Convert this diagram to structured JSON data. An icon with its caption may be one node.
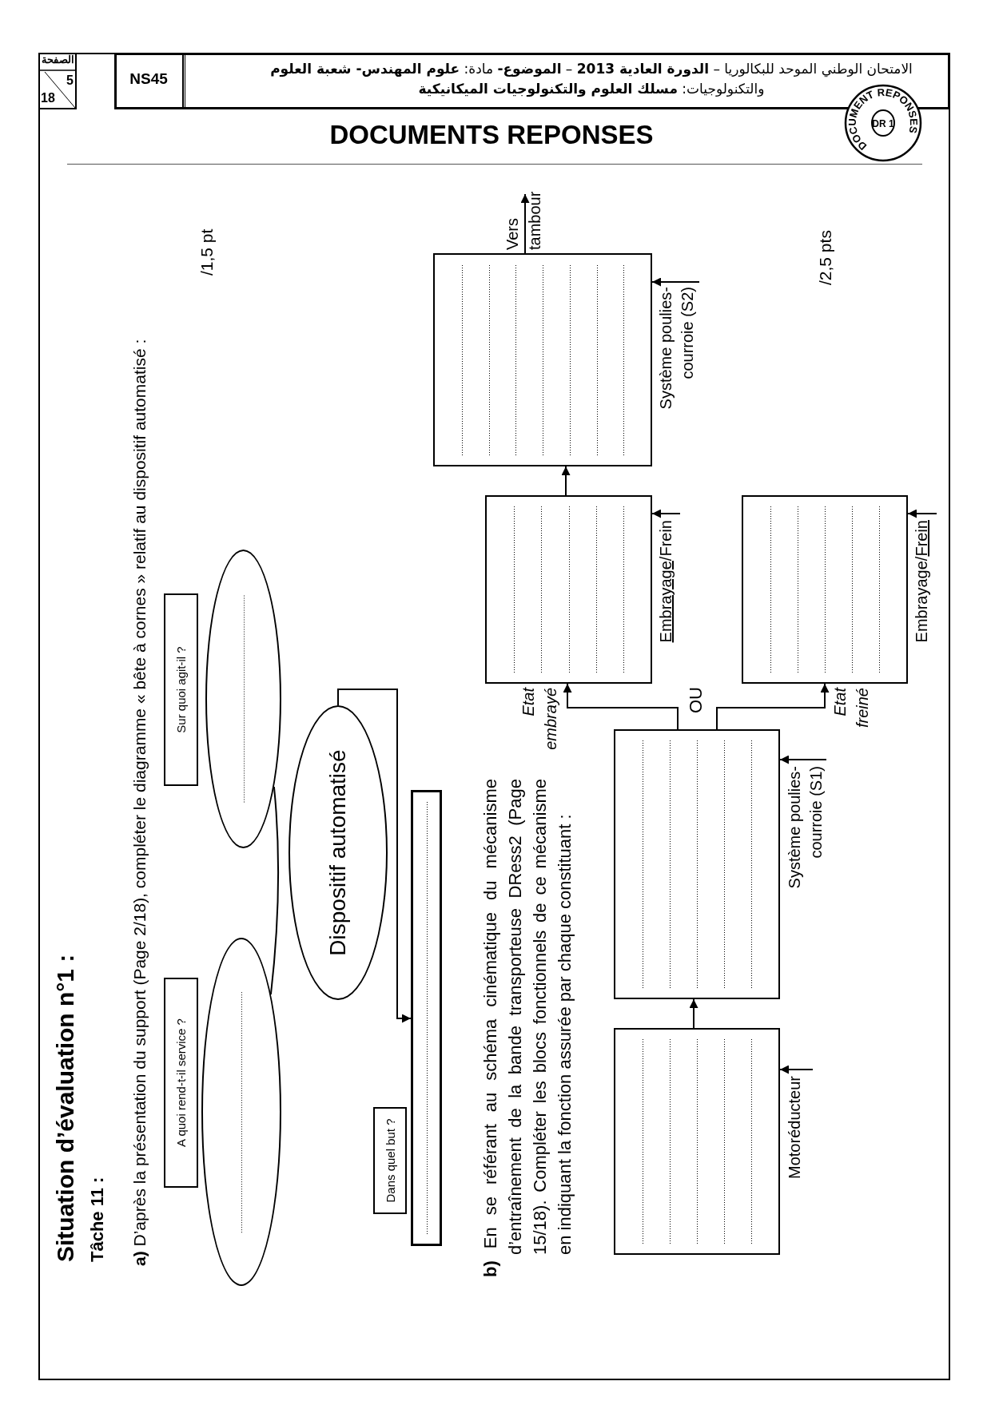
{
  "diagram": {
    "title": "DOCUMENTS REPONSES",
    "nodes": [
      {
        "text": [
          "A quoi rend-t-il service ?"
        ]
      },
      {
        "text": [
          "Sur quoi agit-il ?"
        ]
      },
      {
        "text": [],
        "shape": "ellipse"
      },
      {
        "text": [],
        "shape": "ellipse"
      },
      {
        "text": [
          "Dispositif automatisé"
        ]
      },
      {
        "text": [
          "Dans quel but ?"
        ]
      },
      {
        "text": [],
        "shape": "box"
      },
      {
        "text": [],
        "shape": "box",
        "beside": [
          "Motoréducteur"
        ]
      },
      {
        "text": [],
        "shape": "box",
        "beside": [
          "Système poulies- courroie (S1)"
        ]
      },
      {
        "text": [],
        "shape": "box",
        "beside": [
          "Embrayage/Frein"
        ]
      },
      {
        "text": [],
        "shape": "box",
        "beside": [
          "Embrayage/Frein"
        ]
      },
      {
        "text": [],
        "shape": "box",
        "beside": [
          "Système poulies- courroie (S2)"
        ]
      }
    ],
    "edges": [
      {
        "from": 2,
        "to": 3,
        "arrow": "none"
      },
      {
        "from": 4,
        "to": 6,
        "arrow": "to"
      },
      {
        "from": 7,
        "to": 8,
        "arrow": "to"
      },
      {
        "from": 8,
        "to": 9,
        "arrow": "to",
        "label": "Etat embrayé"
      },
      {
        "from": 8,
        "to": 10,
        "arrow": "to",
        "label": "Etat freiné"
      },
      {
        "from": 9,
        "to": 11,
        "arrow": "to"
      },
      {
        "from": null,
        "to": 7,
        "arrow": "to"
      },
      {
        "from": null,
        "to": 8,
        "arrow": "to"
      },
      {
        "from": null,
        "to": 9,
        "arrow": "to"
      },
      {
        "from": null,
        "to": 10,
        "arrow": "to"
      },
      {
        "from": null,
        "to": 11,
        "arrow": "to"
      },
      {
        "from": 11,
        "to": null,
        "arrow": "to",
        "label": "Vers tambour"
      }
    ],
    "labels": [
      "الصفحة",
      "5",
      "18",
      "NS45",
      "الامتحان الوطني الموحد للبكالوريا – **الدورة العادية 2013** – **الموضوع-** مادة: **علوم المهندس- شعبة العلوم** والتكنولوجيات: **مسلك العلوم والتكنولوجيات الميكانيكية**",
      "DOCUMENT REPONSES",
      "DR 1",
      "Situation d’évaluation n°1 :",
      "Tâche 11 :",
      "**a)** D’après la présentation du support (Page 2/18), compléter le diagramme « bête à cornes » relatif au dispositif automatisé :",
      "/1,5 pt",
      "**b)** En se référant au schéma cinématique du mécanisme d’entraînement de la bande transporteuse DRess2 (Page 15/18). Compléter les blocs fonctionnels de ce mécanisme en indiquant la fonction assurée par chaque constituant :",
      "OU",
      "/2,5 pts"
    ]
  }
}
